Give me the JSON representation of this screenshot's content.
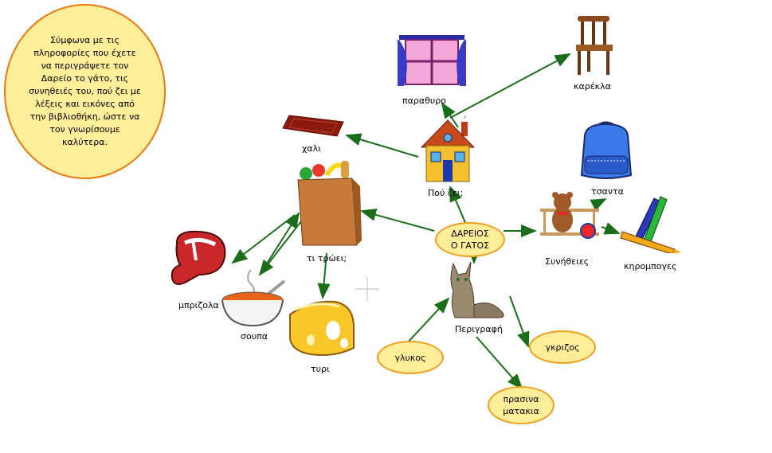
{
  "note": {
    "text": "Σύμφωνα με τις πληροφορίες που έχετε να περιγράψετε τον Δαρείο το γάτο, τις συνηθειές του, πού ζει με λέξεις και εικόνες από την βιβλιοθήκη, ώστε να τον γνωρίσουμε καλύτερα."
  },
  "center": {
    "line1": "ΔΑΡΕΙΟΣ",
    "line2": "Ο ΓΑΤΟΣ"
  },
  "nodes": {
    "where_lives": "Πού ζει;",
    "window": "παραθυρο",
    "chair": "καρέκλα",
    "rug": "χαλι",
    "eats": "τι τρώει;",
    "steak": "μπριζολα",
    "soup": "σουπα",
    "cheese": "τυρι",
    "habits": "Συνήθειες",
    "bag": "τσαντα",
    "crayons": "κηρομπογες",
    "description": "Περιγραφή"
  },
  "bubbles": {
    "sweet": "γλυκος",
    "grey": "γκριζος",
    "green_eyes_1": "πρασινα",
    "green_eyes_2": "ματακια"
  },
  "colors": {
    "arrow": "#1a6e1a",
    "bubble_fill": "#ffee99",
    "bubble_border": "#f0a020"
  }
}
